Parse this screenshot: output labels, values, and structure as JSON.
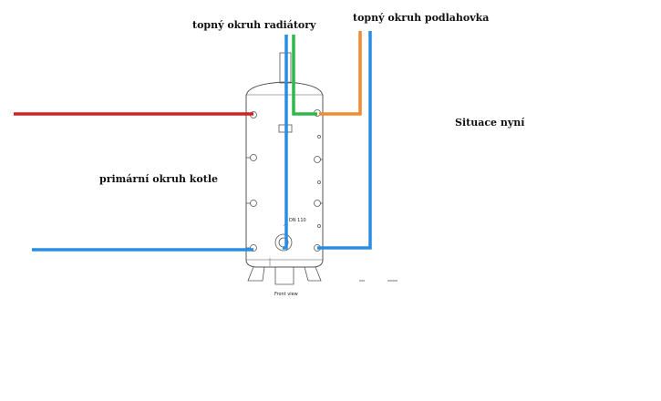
{
  "labels": {
    "radiators": "topný okruh radiátory",
    "floor": "topný okruh podlahovka",
    "status": "Situace nyní",
    "boiler": "primární okruh kotle",
    "front_view": "Front  view",
    "dn": "DN 110"
  },
  "pipe_colors": {
    "boiler_supply": "#d42020",
    "cold_blue": "#2a8de0",
    "radiator_green": "#2eb84a",
    "floor_orange": "#f28a2e"
  },
  "drawing_color": "#555555"
}
